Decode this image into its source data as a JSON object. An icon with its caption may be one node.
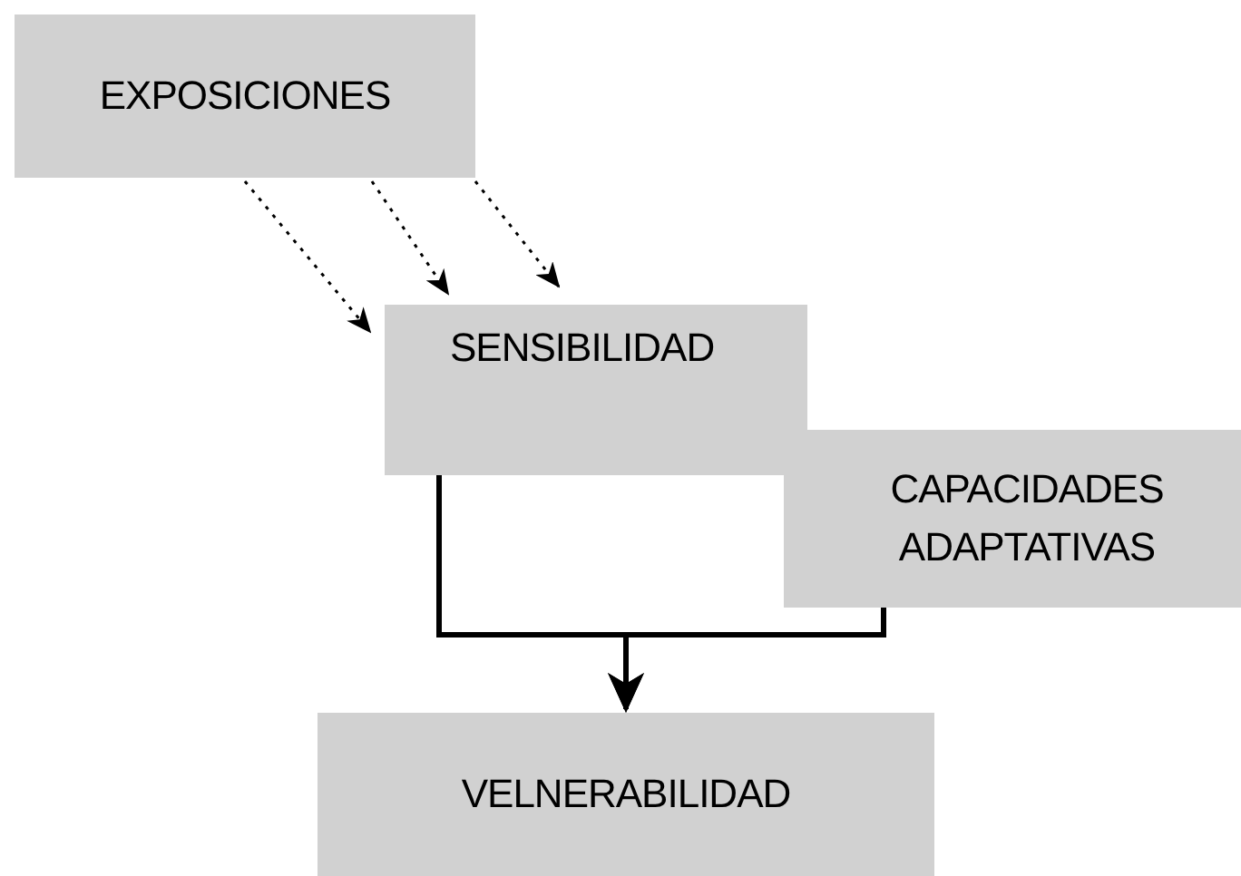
{
  "diagram": {
    "nodes": [
      {
        "text": [
          "EXPOSICIONES"
        ]
      },
      {
        "text": [
          "SENSIBILIDAD"
        ]
      },
      {
        "text": [
          "CAPACIDADES ADAPTATIVAS"
        ]
      },
      {
        "text": [
          "VELNERABILIDAD"
        ]
      }
    ],
    "edges": [
      {
        "from": 0,
        "to": 1,
        "arrow": "to",
        "style": "dashed"
      },
      {
        "from": 0,
        "to": 1,
        "arrow": "to",
        "style": "dashed"
      },
      {
        "from": 0,
        "to": 1,
        "arrow": "to",
        "style": "dashed"
      },
      {
        "from": 1,
        "to": 3,
        "arrow": "to",
        "style": "thick"
      },
      {
        "from": 2,
        "to": 3,
        "arrow": "to",
        "style": "thick"
      }
    ]
  }
}
